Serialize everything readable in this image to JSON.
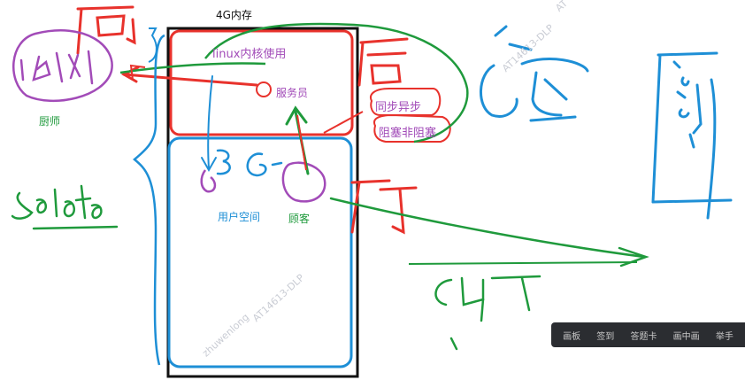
{
  "labels": {
    "memory_4g": "4G内存",
    "kernel_use": "linux内核使用",
    "waiter": "服务员",
    "chef": "厨师",
    "sync_async": "同步异步",
    "blocking_nonblocking": "阻塞非阻塞",
    "user_space": "用户空间",
    "customer": "顾客",
    "three_g": "3G"
  },
  "watermarks": [
    "AT14613-DLP",
    "zhuwenlong",
    "AT14613-DLP",
    "AT"
  ],
  "toolbar": {
    "items": [
      "画板",
      "签到",
      "答题卡",
      "画中画",
      "举手"
    ]
  },
  "colors": {
    "red": "#e8322c",
    "blue": "#1e8fd6",
    "green": "#1f9a3c",
    "purple": "#a24bb8",
    "black": "#111111"
  }
}
